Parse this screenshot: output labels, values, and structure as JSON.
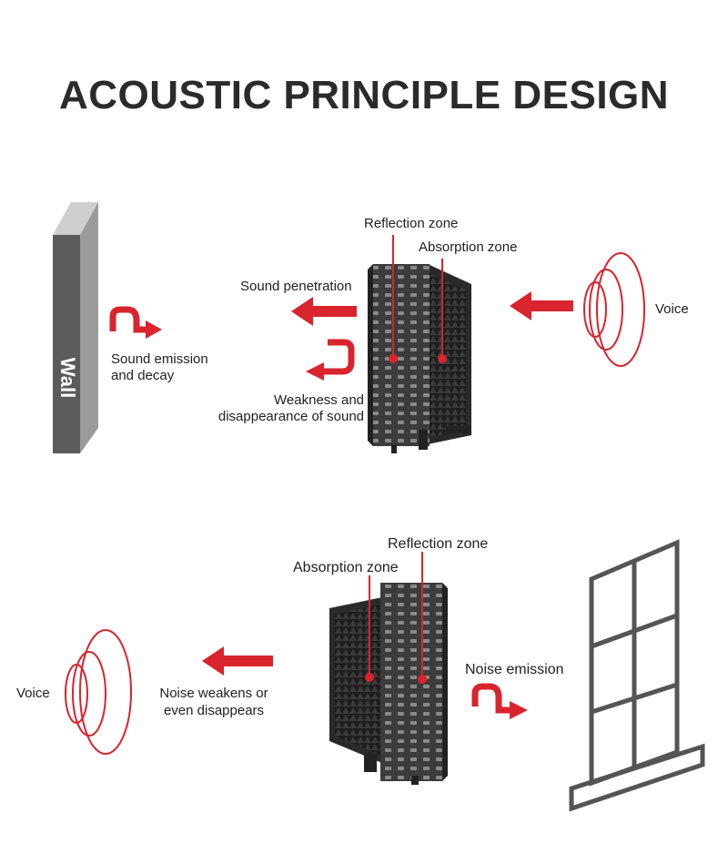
{
  "title": "ACOUSTIC PRINCIPLE DESIGN",
  "top": {
    "wall": "Wall",
    "reflection_zone": "Reflection zone",
    "absorption_zone": "Absorption zone",
    "sound_penetration": "Sound penetration",
    "sound_emission": "Sound emission",
    "sound_emission_2": "and decay",
    "weakness": "Weakness and",
    "weakness_2": "disappearance of sound",
    "voice": "Voice"
  },
  "bottom": {
    "reflection_zone": "Reflection zone",
    "absorption_zone": "Absorption zone",
    "voice": "Voice",
    "noise_weakens": "Noise weakens or",
    "noise_weakens_2": "even disappears",
    "noise_emission": "Noise emission"
  },
  "colors": {
    "arrow": "#d9232d",
    "panel": "#3c3c3c",
    "wall": "#5b5b5b"
  }
}
